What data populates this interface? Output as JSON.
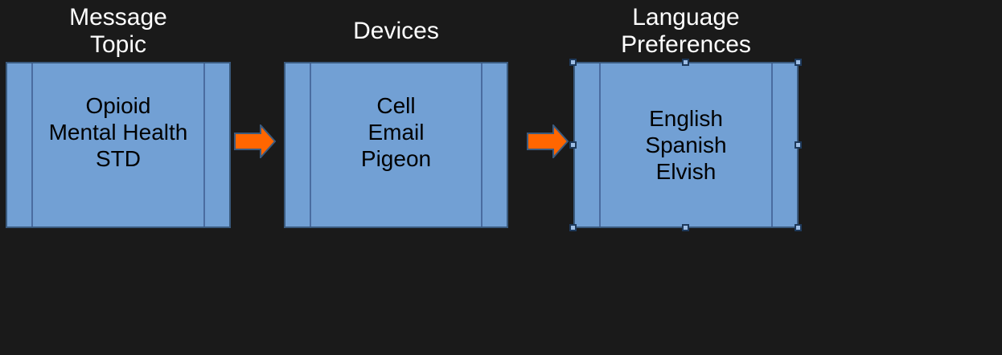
{
  "slide": {
    "columns": [
      {
        "title": [
          "Message",
          "Topic"
        ],
        "items": [
          "Opioid",
          "Mental Health",
          "STD"
        ]
      },
      {
        "title": [
          "Devices"
        ],
        "items": [
          "Cell",
          "Email",
          "Pigeon"
        ]
      },
      {
        "title": [
          "Language",
          "Preferences"
        ],
        "items": [
          "English",
          "Spanish",
          "Elvish"
        ]
      }
    ],
    "arrows": [
      {
        "from": "Message Topic",
        "to": "Devices",
        "direction": "right"
      },
      {
        "from": "Devices",
        "to": "Language Preferences",
        "direction": "right"
      }
    ],
    "selection": {
      "selected_shape": "language-preferences-box",
      "handle_count": 8
    }
  },
  "colors": {
    "background": "#1a1a1a",
    "box_fill": "#72a0d4",
    "box_border": "#3a5a7e",
    "inner_line": "#4a6ca0",
    "arrow_fill": "#ff6600",
    "arrow_stroke": "#3a5a7e",
    "title_text": "#ffffff",
    "box_text": "#000000",
    "handle_fill": "#9dbde4",
    "handle_border": "#1e3a5c"
  }
}
